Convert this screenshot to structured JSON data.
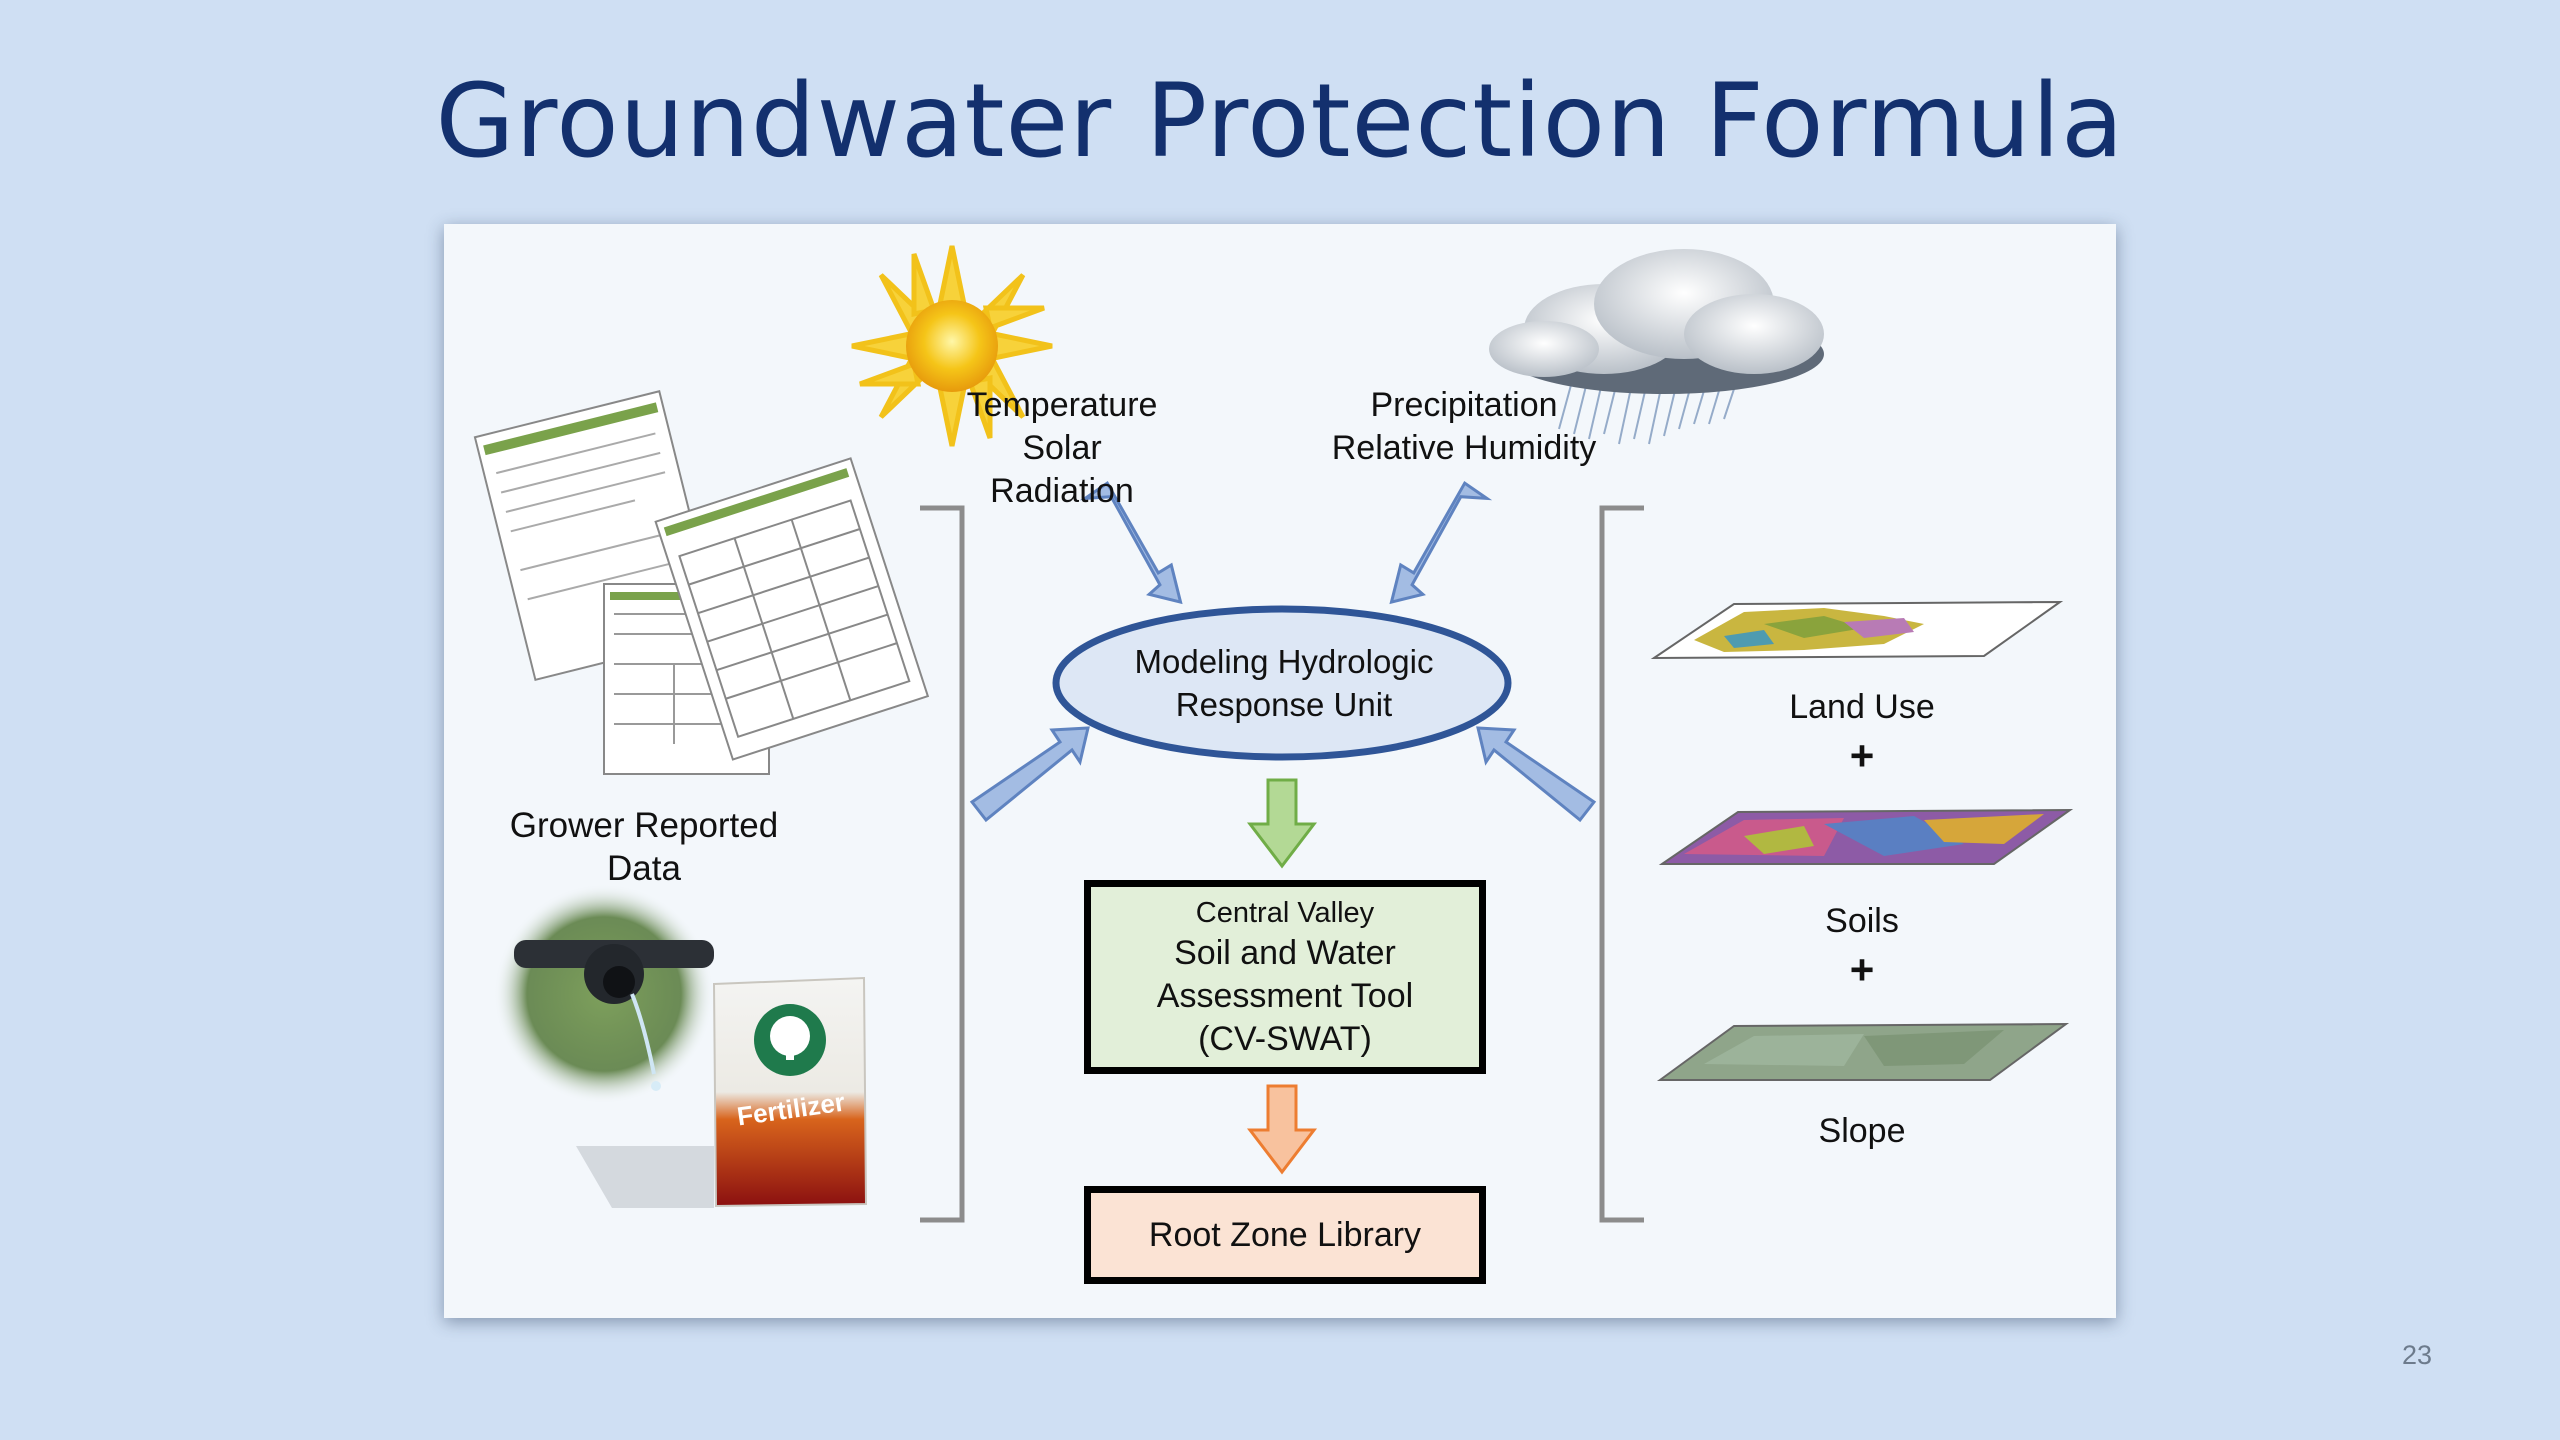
{
  "title": "Groundwater Protection Formula",
  "page_number": "23",
  "weather": {
    "sun_label_1": "Temperature",
    "sun_label_2": "Solar Radiation",
    "rain_label_1": "Precipitation",
    "rain_label_2": "Relative Humidity"
  },
  "center": {
    "hru_line1": "Modeling Hydrologic",
    "hru_line2": "Response Unit",
    "cv_line1": "Central Valley",
    "cv_line2": "Soil and Water",
    "cv_line3": "Assessment Tool",
    "cv_line4": "(CV-SWAT)",
    "root_zone": "Root Zone Library"
  },
  "left": {
    "grower_label": "Grower Reported Data",
    "fertilizer_text": "Fertilizer"
  },
  "right": {
    "land_use": "Land Use",
    "soils": "Soils",
    "slope": "Slope",
    "plus": "+"
  },
  "colors": {
    "background": "#cfdff3",
    "title": "#13306e",
    "blue_arrow": "#9fb8e0",
    "green_arrow": "#a9d18e",
    "orange_arrow": "#f4b183",
    "ellipse_border": "#2f5597",
    "cv_box": "#e2efd9",
    "root_box": "#fbe3d4"
  }
}
